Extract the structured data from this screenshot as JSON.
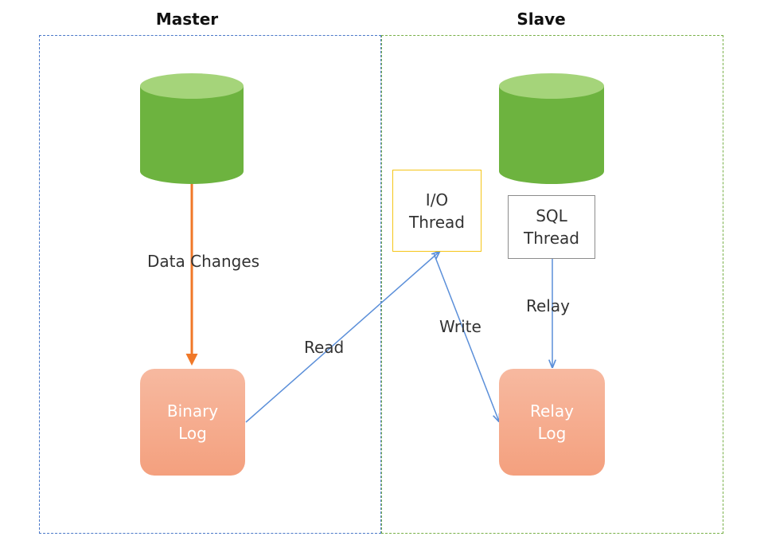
{
  "master": {
    "title": "Master",
    "binary_log": {
      "line1": "Binary",
      "line2": "Log"
    }
  },
  "slave": {
    "title": "Slave",
    "io_thread": {
      "line1": "I/O",
      "line2": "Thread"
    },
    "sql_thread": {
      "line1": "SQL",
      "line2": "Thread"
    },
    "relay_log": {
      "line1": "Relay",
      "line2": "Log"
    }
  },
  "edges": {
    "data_changes": "Data Changes",
    "read": "Read",
    "write": "Write",
    "relay": "Relay"
  },
  "colors": {
    "master_border": "#4a78c8",
    "slave_border": "#78b048",
    "database_fill": "#6db33f",
    "database_top": "#a5d47a",
    "log_fill": "#f4a07e",
    "data_changes_arrow": "#f07828",
    "flow_arrow": "#5b8fd9",
    "io_thread_border": "#f5c518",
    "sql_thread_border": "#8c8c8c"
  }
}
